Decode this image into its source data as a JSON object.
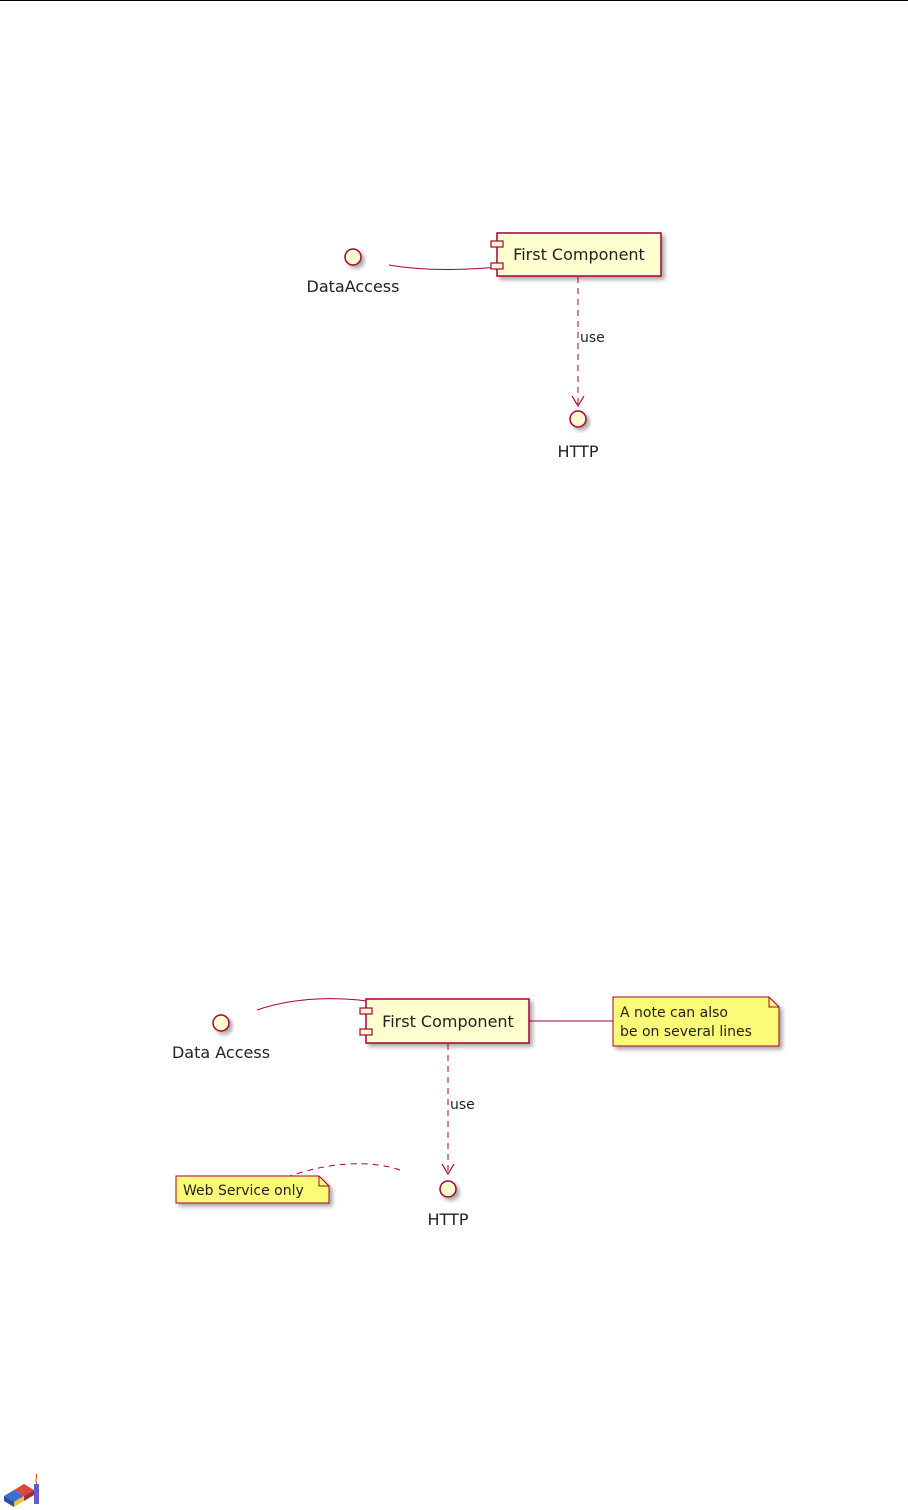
{
  "diagram1": {
    "interface_left": "DataAccess",
    "component": "First Component",
    "edge_label": "use",
    "interface_bottom": "HTTP"
  },
  "diagram2": {
    "interface_left": "Data Access",
    "component": "First Component",
    "edge_label": "use",
    "interface_bottom": "HTTP",
    "note_right": {
      "line1": "A note can also",
      "line2": "be on several lines"
    },
    "note_left": "Web Service only"
  },
  "colors": {
    "stroke": "#a80036",
    "fill": "#fefece",
    "note_fill": "#fbfb77",
    "text": "#222222"
  },
  "icons": [
    "interface-circle-icon",
    "component-icon",
    "note-icon",
    "logo-icon"
  ]
}
